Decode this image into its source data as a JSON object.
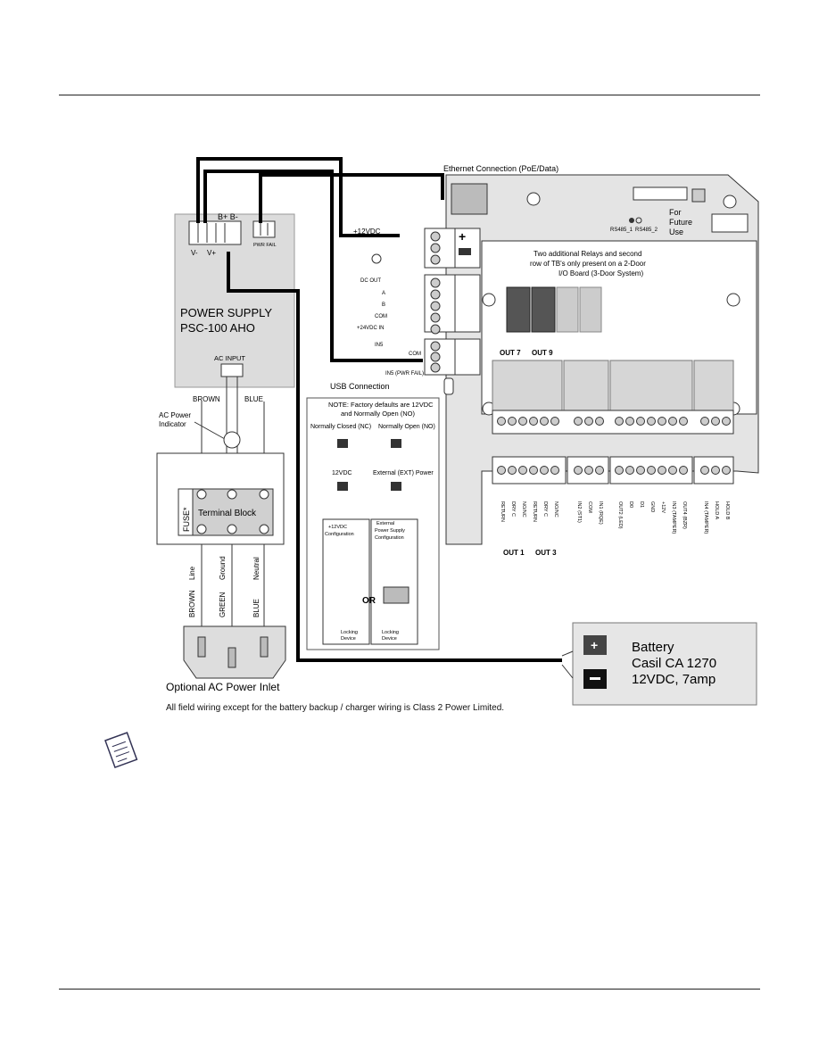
{
  "labels": {
    "ethernet": "Ethernet Connection (PoE/Data)",
    "plus12": "+12VDC",
    "dc_out": "DC OUT",
    "a": "A",
    "b": "B",
    "com": "COM",
    "in24": "+24VDC IN",
    "in5": "IN5",
    "com2": "COM",
    "in5pf": "IN5 (PWR FAIL)",
    "usb": "USB Connection",
    "for_future": [
      "For",
      "Future",
      "Use"
    ],
    "rs485_1": "RS485_1",
    "rs485_2": "RS485_2",
    "relays_note": [
      "Two additional Relays and second",
      "row of TB's only present on a 2-Door",
      "I/O Board (3-Door System)"
    ],
    "ps_title": [
      "POWER SUPPLY",
      "PSC-100 AHO"
    ],
    "bplus_bminus": "B+  B-",
    "pwr_fail": "PWR FAIL",
    "vminus": "V-",
    "vplus": "V+",
    "ac_input": "AC INPUT",
    "brown": "BROWN",
    "blue": "BLUE",
    "ac_power_indicator": [
      "AC Power",
      "Indicator"
    ],
    "fuse": "FUSE*",
    "terminal_block": "Terminal Block",
    "wire_names": [
      "Line",
      "Ground",
      "Neutral"
    ],
    "wire_colors": [
      "BROWN",
      "GREEN",
      "BLUE"
    ],
    "ac_inlet": "Optional AC Power Inlet",
    "note_lines": [
      "NOTE: Factory defaults are 12VDC",
      "and  Normally Open (NO)"
    ],
    "nc_label": "Normally Closed (NC)",
    "no_label": "Normally Open (NO)",
    "v12": "12VDC",
    "ext_power": "External (EXT) Power",
    "cfg1": [
      "+12VDC",
      "Configuration"
    ],
    "cfg2": [
      "External",
      "Power Supply",
      "Configuration"
    ],
    "or": "OR",
    "locking": [
      "Locking",
      "Device"
    ],
    "out7": "OUT 7",
    "out9": "OUT 9",
    "out1": "OUT 1",
    "out3": "OUT 3",
    "battery": [
      "Battery",
      "Casil CA 1270",
      "12VDC, 7amp"
    ],
    "footer": "All field wiring except for the battery backup / charger wiring is Class 2 Power Limited.",
    "bottom_terms": [
      "RETURN",
      "DRY C",
      "NO/NC",
      "RETURN",
      "DRY C",
      "NO/NC",
      "IN2 (ST1)",
      "COM",
      "IN1 (RQE)",
      "OUT2 (LED)",
      "D0",
      "D1",
      "GND",
      "+12V",
      "IN3 (TAMPER)",
      "OUT4 (BZR)",
      "IN4 (TAMPER)",
      "HOLD A",
      "HOLD B"
    ]
  }
}
